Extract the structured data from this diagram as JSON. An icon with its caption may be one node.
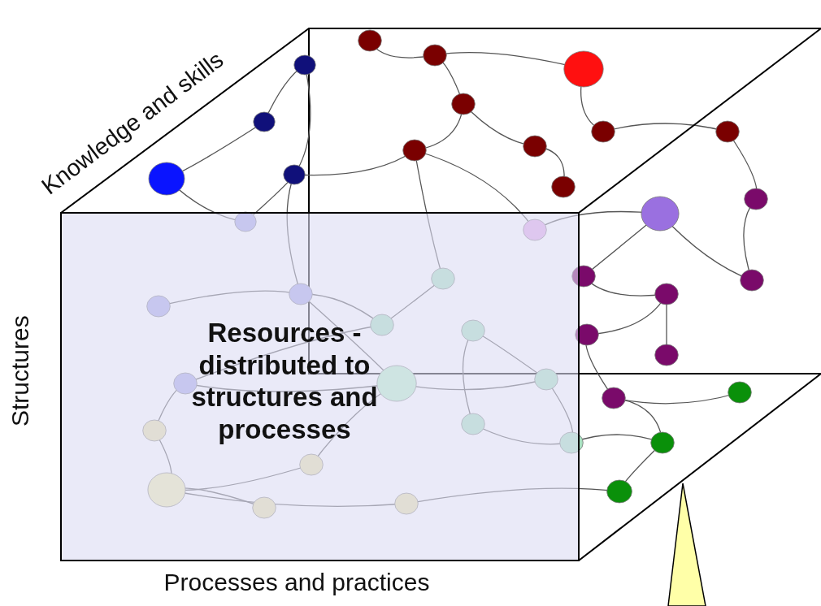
{
  "diagram": {
    "labels": [
      "Knowledge and skills",
      "Structures",
      "Resources - distributed to structures and processes",
      "Processes and practices"
    ]
  }
}
